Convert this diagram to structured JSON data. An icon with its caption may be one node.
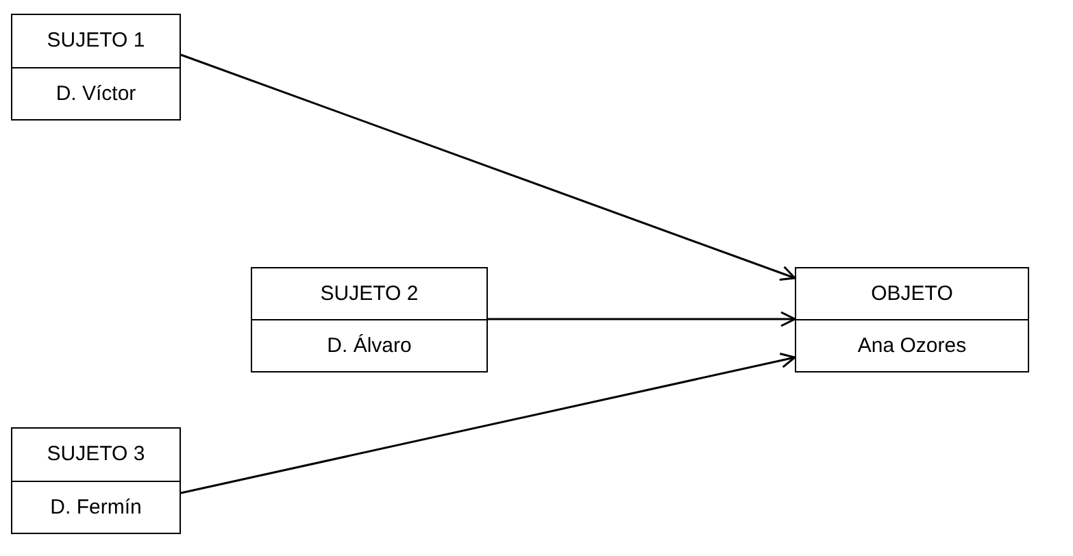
{
  "diagram": {
    "nodes": [
      {
        "text": [
          "SUJETO 1",
          "D. Víctor"
        ]
      },
      {
        "text": [
          "SUJETO 2",
          "D. Álvaro"
        ]
      },
      {
        "text": [
          "SUJETO 3",
          "D. Fermín"
        ]
      },
      {
        "text": [
          "OBJETO",
          "Ana Ozores"
        ]
      }
    ],
    "edges": [
      {
        "from": 0,
        "to": 3,
        "arrow": "to"
      },
      {
        "from": 1,
        "to": 3,
        "arrow": "to"
      },
      {
        "from": 2,
        "to": 3,
        "arrow": "to"
      }
    ]
  }
}
